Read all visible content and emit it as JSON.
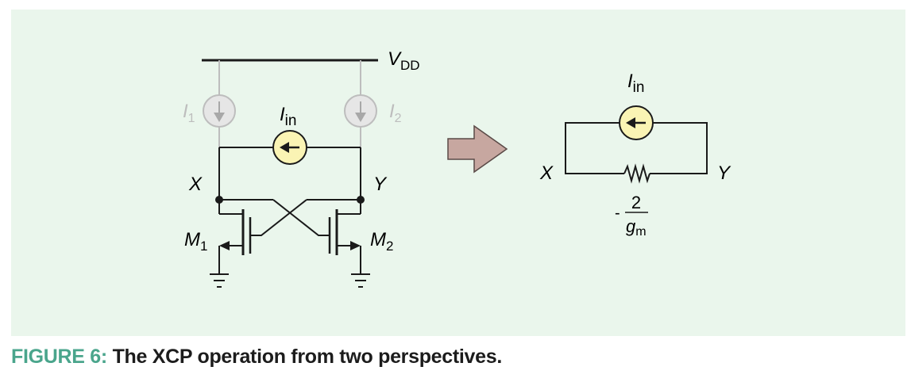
{
  "diagram": {
    "left": {
      "vdd": {
        "main": "V",
        "sub": "DD"
      },
      "i1": {
        "main": "I",
        "sub": "1"
      },
      "i2": {
        "main": "I",
        "sub": "2"
      },
      "iin": {
        "main": "I",
        "sub": "in"
      },
      "x": "X",
      "y": "Y",
      "m1": {
        "main": "M",
        "sub": "1"
      },
      "m2": {
        "main": "M",
        "sub": "2"
      }
    },
    "right": {
      "iin": {
        "main": "I",
        "sub": "in"
      },
      "x": "X",
      "y": "Y",
      "resistor": {
        "sign": "-",
        "numerator": "2",
        "den_main": "g",
        "den_sub": "m"
      }
    }
  },
  "caption": {
    "label": "FIGURE 6:",
    "text": "The XCP operation from two perspectives."
  },
  "colors": {
    "panel": "#eaf6ec",
    "source_fill": "#faf4b4",
    "faded": "#bdbdbd",
    "arrow": "#c7a7a0",
    "caption_label": "#4aa58c"
  }
}
